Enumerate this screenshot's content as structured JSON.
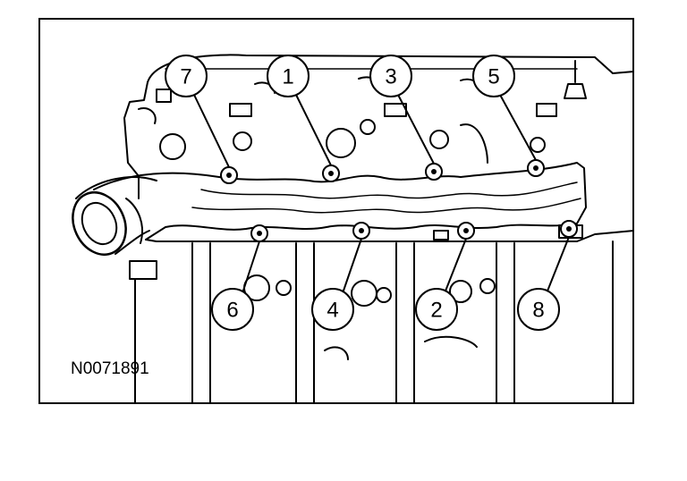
{
  "figure_id": "N0071891",
  "callouts": [
    {
      "label": "7"
    },
    {
      "label": "1"
    },
    {
      "label": "3"
    },
    {
      "label": "5"
    },
    {
      "label": "6"
    },
    {
      "label": "4"
    },
    {
      "label": "2"
    },
    {
      "label": "8"
    }
  ],
  "colors": {
    "ink": "#000000",
    "paper": "#ffffff"
  }
}
